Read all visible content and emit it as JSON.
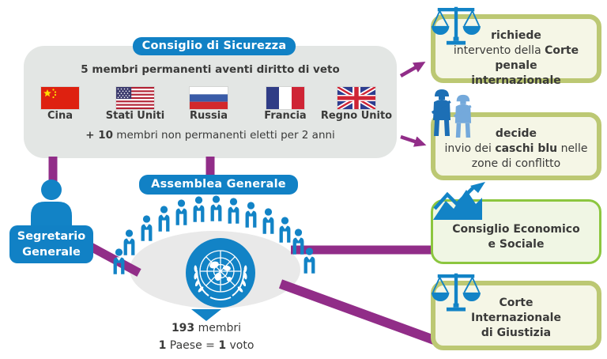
{
  "colors": {
    "un_blue": "#1283c6",
    "purple": "#912d88",
    "olive_border": "#bcc873",
    "bright_green_border": "#8cc63f",
    "card_bg": "#f5f6e6",
    "panel_gray": "#e3e6e4",
    "ellipse_gray": "#e9e9e9",
    "text_dark": "#3a3a39",
    "soldier_dark": "#1d6fb5",
    "soldier_light": "#74a9db"
  },
  "security_council": {
    "title": "Consiglio di Sicurezza",
    "permanent_line": "5 membri permanenti aventi diritto di veto",
    "members": [
      {
        "name": "Cina"
      },
      {
        "name": "Stati Uniti"
      },
      {
        "name": "Russia"
      },
      {
        "name": "Francia"
      },
      {
        "name": "Regno Unito"
      }
    ],
    "note": [
      {
        "t": "+ 10"
      },
      {
        "t": " membri non permanenti eletti per 2 anni"
      }
    ]
  },
  "general_assembly": {
    "title": "Assemblea Generale",
    "members": [
      {
        "t": "193"
      },
      {
        "t": " membri"
      }
    ],
    "vote": [
      {
        "t": "1"
      },
      {
        "t": " Paese = "
      },
      {
        "t": "1"
      },
      {
        "t": " voto"
      }
    ]
  },
  "secretary_general": {
    "line1": "Segretario",
    "line2": "Generale"
  },
  "right_boxes": [
    {
      "id": "corte-penale-internazionale",
      "icon": "scales-icon",
      "lines": [
        [
          {
            "t": "richiede",
            "b": true
          }
        ],
        [
          {
            "t": "intervento della "
          },
          {
            "t": "Corte penale",
            "b": true
          }
        ],
        [
          {
            "t": "internazionale",
            "b": true
          }
        ]
      ]
    },
    {
      "id": "caschi-blu",
      "icon": "soldiers-icon",
      "lines": [
        [
          {
            "t": "decide",
            "b": true
          }
        ],
        [
          {
            "t": "invio dei "
          },
          {
            "t": "caschi blu",
            "b": true
          },
          {
            "t": " nelle"
          }
        ],
        [
          {
            "t": "zone di conflitto"
          }
        ]
      ]
    },
    {
      "id": "consiglio-economico-sociale",
      "icon": "chart-icon",
      "lines": [
        [
          {
            "t": "Consiglio Economico",
            "b": true
          }
        ],
        [
          {
            "t": "e Sociale",
            "b": true
          }
        ]
      ]
    },
    {
      "id": "corte-internazionale-giustizia",
      "icon": "scales-icon",
      "lines": [
        [
          {
            "t": "Corte",
            "b": true
          }
        ],
        [
          {
            "t": "Internazionale",
            "b": true
          }
        ],
        [
          {
            "t": "di Giustizia",
            "b": true
          }
        ]
      ]
    }
  ]
}
